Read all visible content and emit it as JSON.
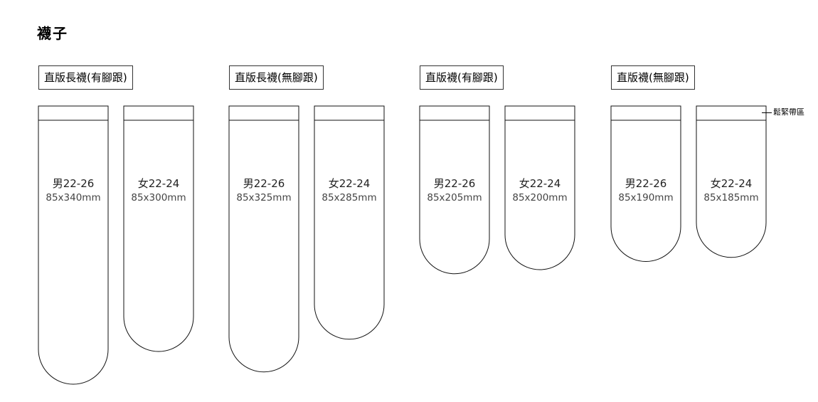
{
  "title": "襪子",
  "band_label": "鬆緊帶區",
  "groups": [
    {
      "label": "直版長襪(有腳跟)",
      "socks": [
        {
          "size": "男22-26",
          "dims": "85x340mm",
          "length_mm": 340
        },
        {
          "size": "女22-24",
          "dims": "85x300mm",
          "length_mm": 300
        }
      ]
    },
    {
      "label": "直版長襪(無腳跟)",
      "socks": [
        {
          "size": "男22-26",
          "dims": "85x325mm",
          "length_mm": 325
        },
        {
          "size": "女22-24",
          "dims": "85x285mm",
          "length_mm": 285
        }
      ]
    },
    {
      "label": "直版襪(有腳跟)",
      "socks": [
        {
          "size": "男22-26",
          "dims": "85x205mm",
          "length_mm": 205
        },
        {
          "size": "女22-24",
          "dims": "85x200mm",
          "length_mm": 200
        }
      ]
    },
    {
      "label": "直版襪(無腳跟)",
      "socks": [
        {
          "size": "男22-26",
          "dims": "85x190mm",
          "length_mm": 190
        },
        {
          "size": "女22-24",
          "dims": "85x185mm",
          "length_mm": 185
        }
      ]
    }
  ]
}
